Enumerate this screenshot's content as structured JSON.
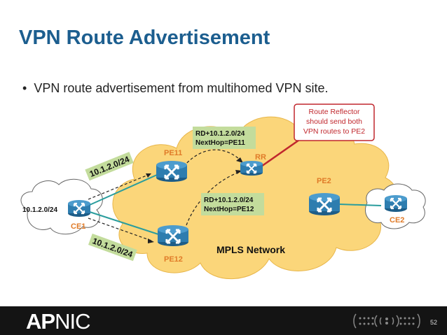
{
  "slide": {
    "title": "VPN Route Advertisement",
    "bullet": "VPN route advertisement from multihomed VPN site.",
    "bullet_marker": "•"
  },
  "diagram": {
    "cloud_label": "MPLS Network",
    "routers": {
      "pe11": "PE11",
      "pe12": "PE12",
      "rr": "RR",
      "pe2": "PE2",
      "ce1": "CE1",
      "ce2": "CE2"
    },
    "site_prefix": "10.1.2.0/24",
    "adv_upper": "10.1.2.0/24",
    "adv_lower": "10.1.2.0/24",
    "route_box_top": {
      "line1": "RD+10.1.2.0/24",
      "line2": "NextHop=PE11"
    },
    "route_box_bottom": {
      "line1": "RD+10.1.2.0/24",
      "line2": "NextHop=PE12"
    },
    "callout": {
      "line1": "Route Reflector",
      "line2": "should send both",
      "line3": "VPN routes to PE2"
    }
  },
  "footer": {
    "brand_ap": "AP",
    "brand_nic": "NIC",
    "page_number": "52"
  },
  "colors": {
    "title": "#1c5e8f",
    "router": "#2e7daf",
    "cloud_fill": "#fbd67a",
    "route_box": "#c3dc9c",
    "callout_border": "#c0272d",
    "label_orange": "#e07b28",
    "footer_bg": "#141414"
  }
}
